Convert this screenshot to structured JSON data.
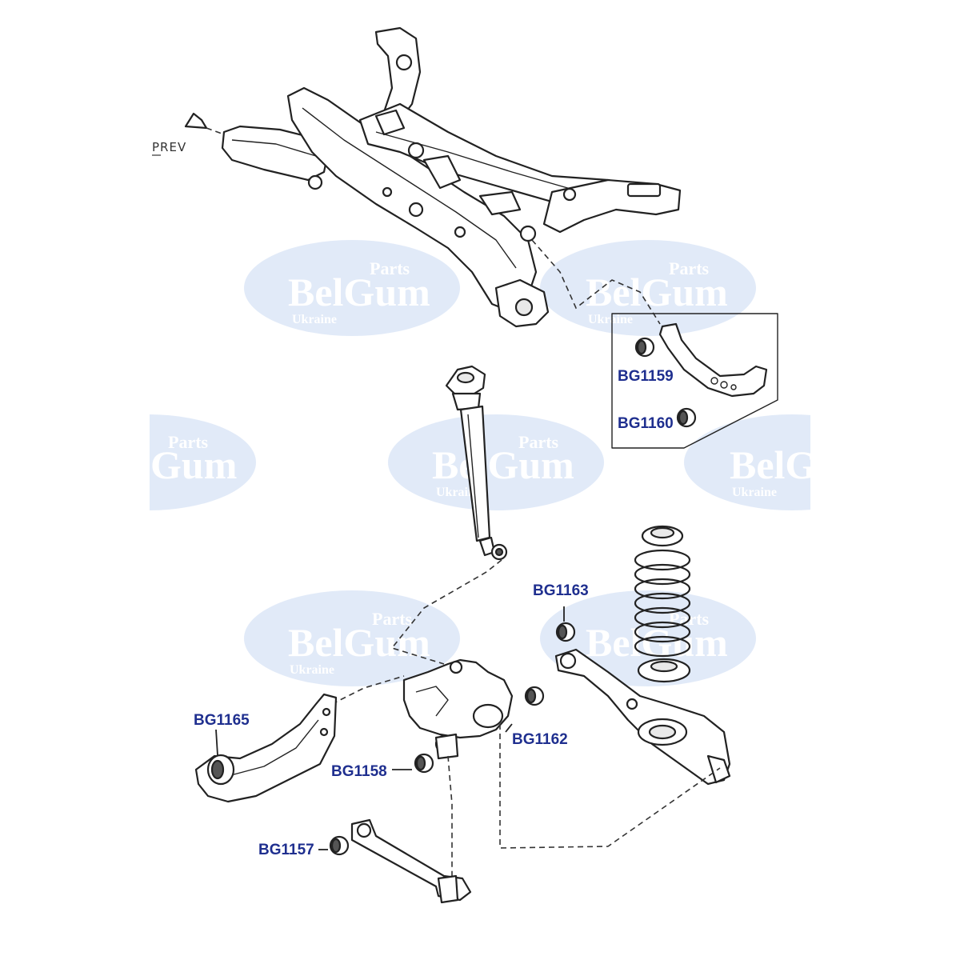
{
  "watermark": {
    "brand": "BelGum",
    "brand_partial_left": "Gum",
    "brand_partial_right": "BelG",
    "tag_top": "Parts",
    "tag_bottom": "Ukraine",
    "color": "#d7e3f5"
  },
  "direction_marker": {
    "label": "PREV"
  },
  "part_labels": {
    "bg1159": "BG1159",
    "bg1160": "BG1160",
    "bg1163": "BG1163",
    "bg1165": "BG1165",
    "bg1162": "BG1162",
    "bg1158": "BG1158",
    "bg1157": "BG1157"
  },
  "colors": {
    "label": "#1f2f8f",
    "line": "#222222"
  }
}
